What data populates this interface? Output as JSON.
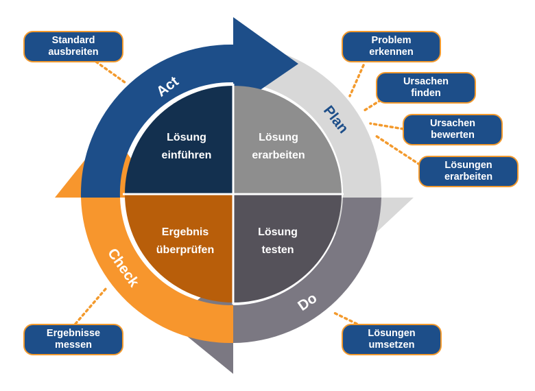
{
  "phases": {
    "act": {
      "label": "Act",
      "center": [
        "Lösung",
        "einführen"
      ],
      "arrow_color": "#1d4e89",
      "center_color": "#13304f"
    },
    "plan": {
      "label": "Plan",
      "center": [
        "Lösung",
        "erarbeiten"
      ],
      "arrow_color": "#d8d8d8",
      "center_color": "#8e8e8e",
      "label_color": "#1d4e89"
    },
    "do": {
      "label": "Do",
      "center": [
        "Lösung",
        "testen"
      ],
      "arrow_color": "#7b7882",
      "center_color": "#55525a"
    },
    "check": {
      "label": "Check",
      "center": [
        "Ergebnis",
        "überprüfen"
      ],
      "arrow_color": "#f7962d",
      "center_color": "#b85e0a"
    }
  },
  "callouts": {
    "standard_ausbreiten": [
      "Standard",
      "ausbreiten"
    ],
    "problem_erkennen": [
      "Problem",
      "erkennen"
    ],
    "ursachen_finden": [
      "Ursachen",
      "finden"
    ],
    "ursachen_bewerten": [
      "Ursachen",
      "bewerten"
    ],
    "loesungen_erarbeiten": [
      "Lösungen",
      "erarbeiten"
    ],
    "ergebnisse_messen": [
      "Ergebnisse",
      "messen"
    ],
    "loesungen_umsetzen": [
      "Lösungen",
      "umsetzen"
    ]
  },
  "colors": {
    "callout_fill": "#1d4e89",
    "callout_border": "#f39a2d",
    "connector": "#f39a2d"
  }
}
